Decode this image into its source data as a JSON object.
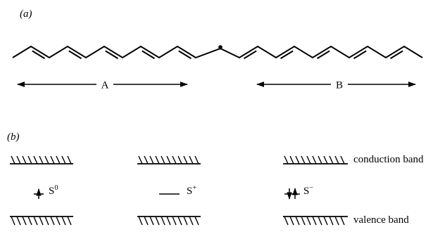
{
  "panel_a": {
    "label": "(a)",
    "regions": [
      {
        "label": "A"
      },
      {
        "label": "B"
      }
    ]
  },
  "panel_b": {
    "label": "(b)",
    "states": [
      {
        "base": "S",
        "charge": "0",
        "occupancy": "up"
      },
      {
        "base": "S",
        "charge": "+",
        "occupancy": "empty"
      },
      {
        "base": "S",
        "charge": "−",
        "occupancy": "up-down"
      }
    ],
    "conduction_band_label": "conduction band",
    "valence_band_label": "valence band"
  }
}
